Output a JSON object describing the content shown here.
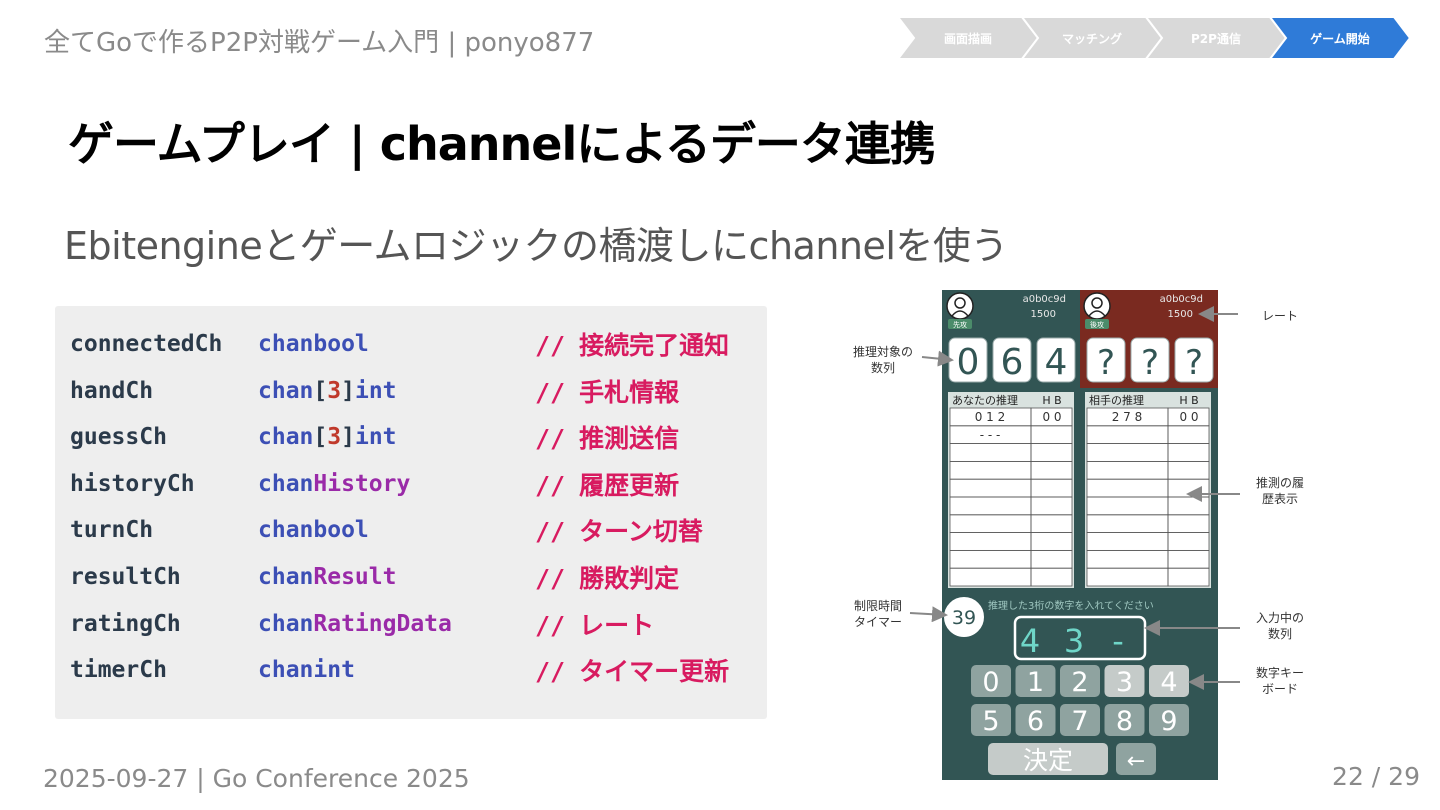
{
  "header": {
    "title": "全てGoで作るP2P対戦ゲーム入門 | ponyo877"
  },
  "steps": [
    {
      "label": "画面描画",
      "active": false
    },
    {
      "label": "マッチング",
      "active": false
    },
    {
      "label": "P2P通信",
      "active": false
    },
    {
      "label": "ゲーム開始",
      "active": true
    }
  ],
  "slide": {
    "title": "ゲームプレイ | channelによるデータ連携",
    "subtitle": "Ebitengineとゲームロジックの橋渡しにchannelを使う"
  },
  "code": [
    {
      "name": "connectedCh",
      "prefix": "",
      "num": "",
      "type": "bool",
      "type_kind": "builtin",
      "comment": "接続完了通知"
    },
    {
      "name": "handCh",
      "prefix": "[",
      "num": "3",
      "type": "int",
      "type_kind": "builtin",
      "comment": "手札情報"
    },
    {
      "name": "guessCh",
      "prefix": "[",
      "num": "3",
      "type": "int",
      "type_kind": "builtin",
      "comment": "推測送信"
    },
    {
      "name": "historyCh",
      "prefix": "",
      "num": "",
      "type": "History",
      "type_kind": "custom",
      "comment": "履歴更新"
    },
    {
      "name": "turnCh",
      "prefix": "",
      "num": "",
      "type": "bool",
      "type_kind": "builtin",
      "comment": "ターン切替"
    },
    {
      "name": "resultCh",
      "prefix": "",
      "num": "",
      "type": "Result",
      "type_kind": "custom",
      "comment": "勝敗判定"
    },
    {
      "name": "ratingCh",
      "prefix": "",
      "num": "",
      "type": "RatingData",
      "type_kind": "custom",
      "comment": "レート"
    },
    {
      "name": "timerCh",
      "prefix": "",
      "num": "",
      "type": "int",
      "type_kind": "builtin",
      "comment": "タイマー更新"
    }
  ],
  "code_keyword": "chan",
  "code_bracket_close": "]",
  "code_comment_marker": "//",
  "game": {
    "me": {
      "badge": "先攻",
      "id": "a0b0c9d",
      "rating": "1500"
    },
    "opponent": {
      "badge": "後攻",
      "id": "a0b0c9d",
      "rating": "1500"
    },
    "my_digits": [
      "0",
      "6",
      "4"
    ],
    "opp_digits": [
      "?",
      "?",
      "?"
    ],
    "my_history_title": "あなたの推理",
    "opp_history_title": "相手の推理",
    "hb_header": "H B",
    "my_history": [
      {
        "guess": "0 1 2",
        "hb": "0 0"
      },
      {
        "guess": "- - -",
        "hb": ""
      }
    ],
    "opp_history": [
      {
        "guess": "2 7 8",
        "hb": "0 0"
      }
    ],
    "timer": "39",
    "prompt": "推理した3桁の数字を入れてください",
    "input_digits": [
      "4",
      "3",
      "-"
    ],
    "keypad_row1": [
      "0",
      "1",
      "2",
      "3",
      "4"
    ],
    "keypad_row2": [
      "5",
      "6",
      "7",
      "8",
      "9"
    ],
    "keypad_disabled": [
      "3",
      "4"
    ],
    "decide_label": "決定",
    "back_label": "←"
  },
  "annotations": {
    "rate": "レート",
    "target_line1": "推理対象の",
    "target_line2": "数列",
    "history_line1": "推測の履",
    "history_line2": "歴表示",
    "timer_line1": "制限時間",
    "timer_line2": "タイマー",
    "input_line1": "入力中の",
    "input_line2": "数列",
    "keypad_line1": "数字キー",
    "keypad_line2": "ボード"
  },
  "footer": {
    "left": "2025-09-27 | Go Conference 2025",
    "page": "22 / 29"
  },
  "colors": {
    "step_inactive": "#d9d9d9",
    "step_active": "#2f7bd8",
    "game_bg": "#325554",
    "opponent_bg": "#7a2a20",
    "history_bg": "#d9e2df",
    "comment": "#d81b60"
  }
}
